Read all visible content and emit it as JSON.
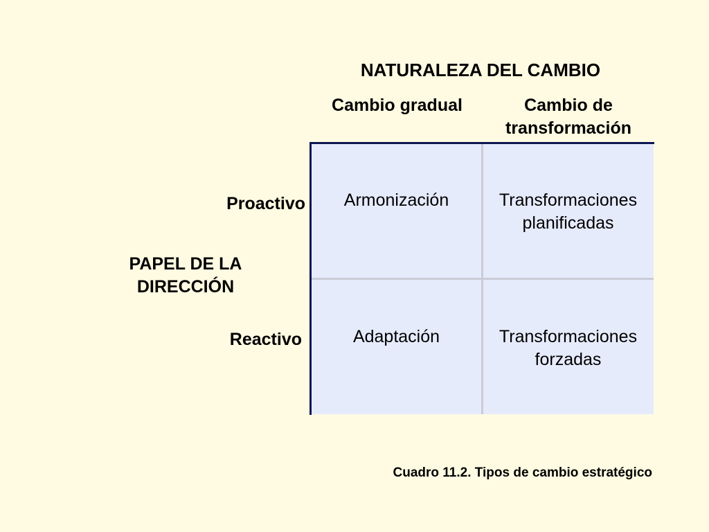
{
  "diagram": {
    "column_axis_title": "NATURALEZA DEL CAMBIO",
    "columns": [
      "Cambio gradual",
      "Cambio de\ntransformación"
    ],
    "row_axis_title": "PAPEL DE LA DIRECCIÓN",
    "rows": [
      "Proactivo",
      "Reactivo"
    ],
    "cells": [
      [
        "Armonización",
        "Transformaciones\nplanificadas"
      ],
      [
        "Adaptación",
        "Transformaciones\nforzadas"
      ]
    ],
    "caption": "Cuadro 11.2. Tipos de cambio estratégico"
  },
  "colors": {
    "background": "#FEFBE2",
    "grid_fill": "#E6EBFC",
    "grid_border": "#0C1652",
    "grid_divider": "#C9CCD6"
  }
}
